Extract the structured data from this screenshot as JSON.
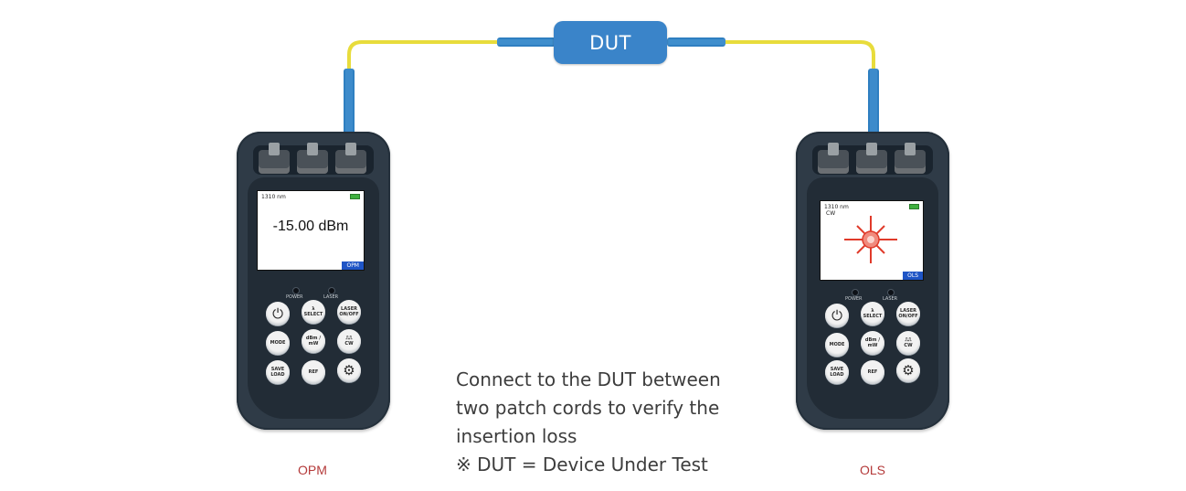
{
  "dut_box": {
    "label": "DUT"
  },
  "opm": {
    "label": "OPM",
    "screen": {
      "wavelength": "1310 nm",
      "reading": "-15.00 dBm",
      "tag": "OPM"
    },
    "led_labels": {
      "power": "POWER",
      "laser": "LASER"
    },
    "keys": {
      "power": "⏻",
      "select": "λ\nSELECT",
      "laser": "LASER\nON/OFF",
      "mode": "MODE",
      "dbm": "dBm / mW",
      "cw": "⎍⎍\nCW",
      "save": "SAVE\nLOAD",
      "ref": "REF",
      "settings": "⚙"
    }
  },
  "ols": {
    "label": "OLS",
    "screen": {
      "wavelength": "1310 nm",
      "mode": "CW",
      "tag": "OLS"
    },
    "led_labels": {
      "power": "POWER",
      "laser": "LASER"
    },
    "keys": {
      "power": "⏻",
      "select": "λ\nSELECT",
      "laser": "LASER\nON/OFF",
      "mode": "MODE",
      "dbm": "dBm / mW",
      "cw": "⎍⎍\nCW",
      "save": "SAVE\nLOAD",
      "ref": "REF",
      "settings": "⚙"
    }
  },
  "caption": {
    "line1": "Connect to the DUT between",
    "line2": "two patch cords to verify the",
    "line3": "insertion loss",
    "line4": "※ DUT = Device Under Test"
  },
  "colors": {
    "fiber": "#f2e44a",
    "connector": "#2f7fc1",
    "dut_box": "#3a84c9",
    "label": "#b43a3a"
  }
}
